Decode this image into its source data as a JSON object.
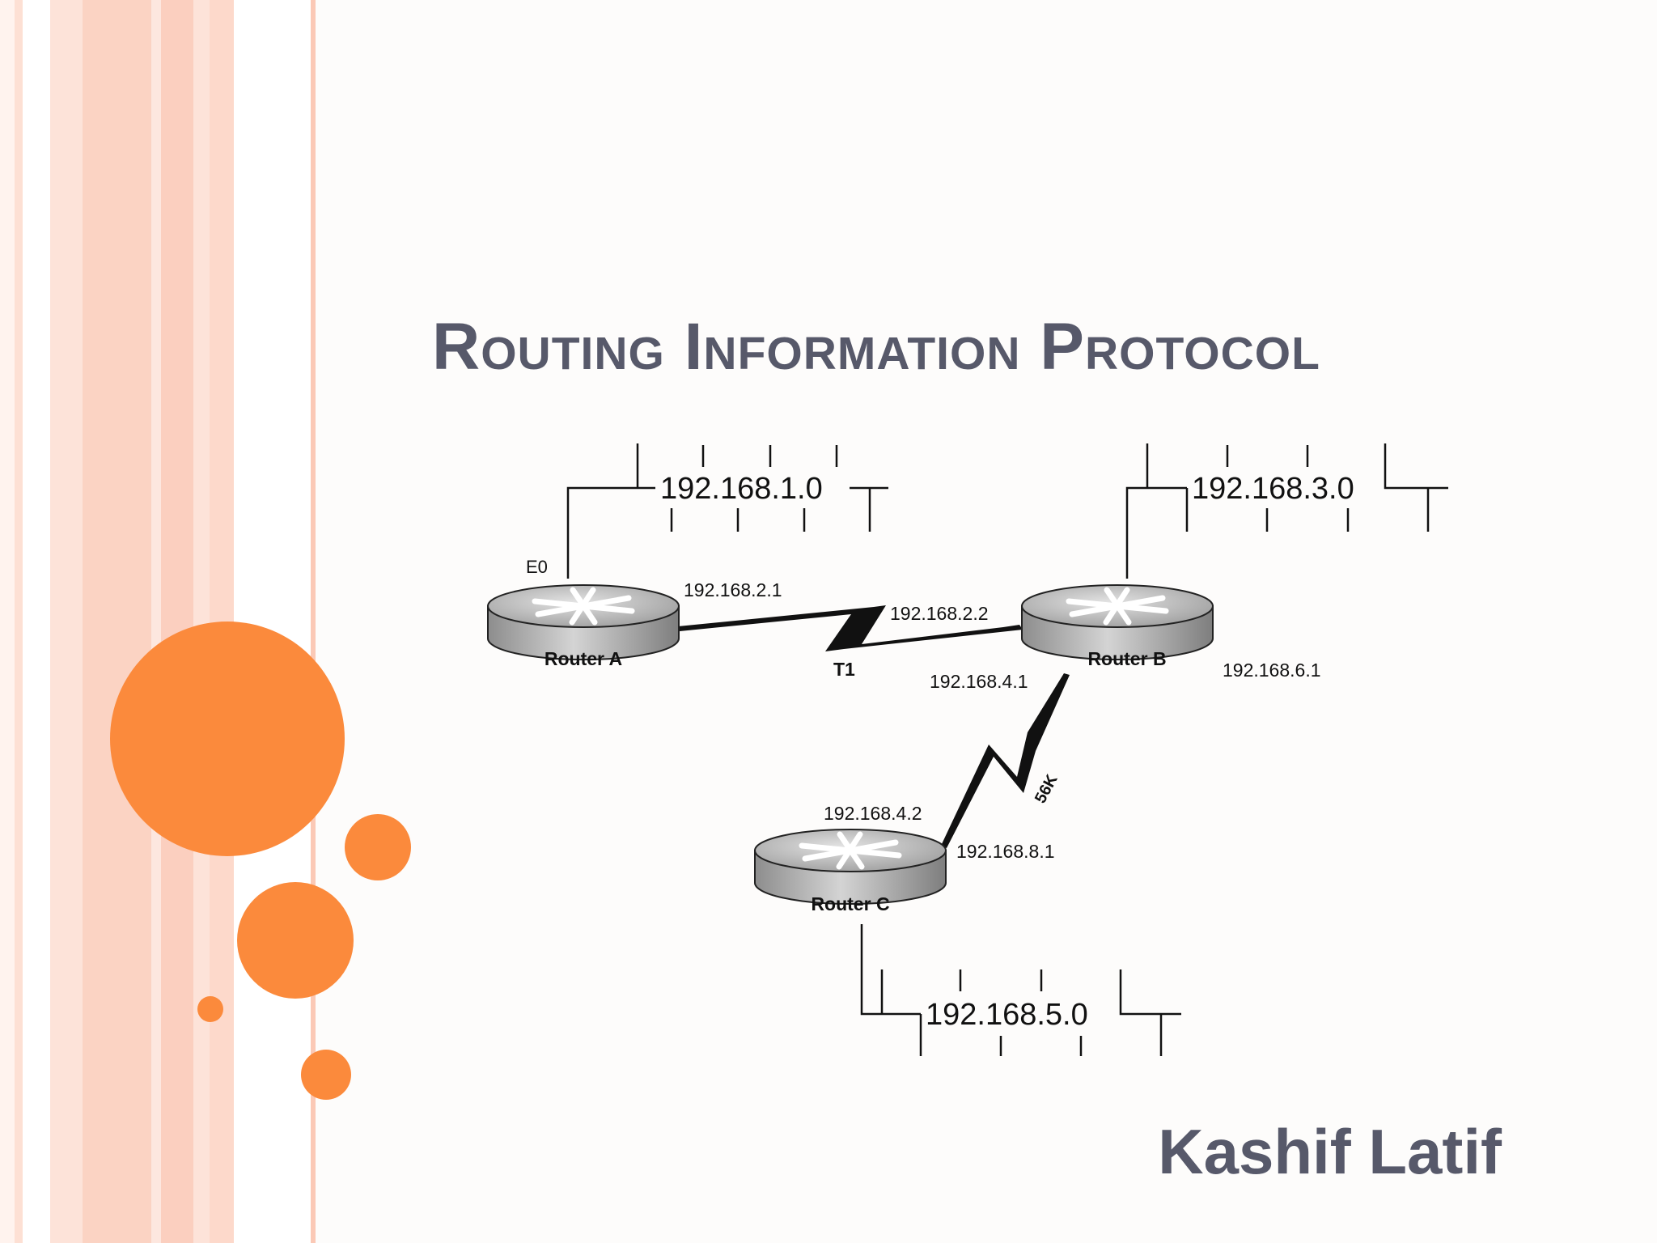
{
  "slide": {
    "title": "Routing Information Protocol",
    "author": "Kashif Latif"
  },
  "colors": {
    "accent": "#fb8a3c",
    "stripe_light": "#fde3d9",
    "stripe_mid": "#fbcfbf",
    "text": "#57596a"
  },
  "diagram": {
    "routers": [
      {
        "id": "a",
        "label": "Router A"
      },
      {
        "id": "b",
        "label": "Router B"
      },
      {
        "id": "c",
        "label": "Router C"
      }
    ],
    "networks": {
      "net1": "192.168.1.0",
      "net3": "192.168.3.0",
      "net5": "192.168.5.0"
    },
    "interfaces": {
      "e0": "E0",
      "a_serial": "192.168.2.1",
      "b_serial_ab": "192.168.2.2",
      "b_serial_bc": "192.168.4.1",
      "b_right": "192.168.6.1",
      "c_serial": "192.168.4.2",
      "c_right": "192.168.8.1"
    },
    "links": {
      "ab": "T1",
      "bc": "56K"
    }
  }
}
